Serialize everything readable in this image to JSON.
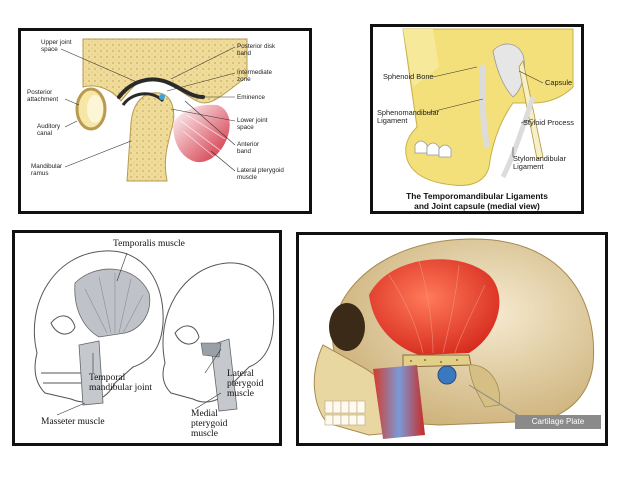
{
  "panel_tmj_disk": {
    "labels": {
      "upper_joint_space": "Upper joint\nspace",
      "posterior_attachment": "Posterior\nattachment",
      "auditory_canal": "Auditory\ncanal",
      "mandibular_ramus": "Mandibular\nramus",
      "posterior_disk_band": "Posterior disk\nband",
      "intermediate_zone": "Intermediate\nzone",
      "eminence": "Eminence",
      "lower_joint_space": "Lower joint\nspace",
      "anterior_band": "Anterior\nband",
      "lateral_pterygoid_muscle": "Lateral pterygoid\nmuscle"
    }
  },
  "panel_ligaments": {
    "labels": {
      "sphenoid_bone": "Sphenoid Bone",
      "capsule": "Capsule",
      "sphenomandibular_ligament": "Sphenomandibular\nLigament",
      "styloid_process": "Styloid Process",
      "stylomandibular_ligament": "Stylomandibular\nLigament"
    },
    "caption": "The Temporomandibular Ligaments\nand Joint capsule (medial view)"
  },
  "panel_muscles": {
    "labels": {
      "temporalis_muscle": "Temporalis muscle",
      "temporal_mandibular_joint": "Temporal\nmandibular joint",
      "masseter_muscle": "Masseter muscle",
      "lateral_pterygoid_muscle": "Lateral\npterygoid\nmuscle",
      "medial_pterygoid_muscle": "Medial\npterygoid\nmuscle"
    }
  },
  "panel_skull": {
    "labels": {
      "cartilage_plate": "Cartilage Plate"
    }
  },
  "colors": {
    "bone_yellow": "#f3e07a",
    "bone_tan": "#e8d49a",
    "muscle_red": "#d9303a",
    "skull": "#e9d7a2",
    "dark_bone": "#8a6a3a",
    "label_badge": "#8a8a8a"
  }
}
